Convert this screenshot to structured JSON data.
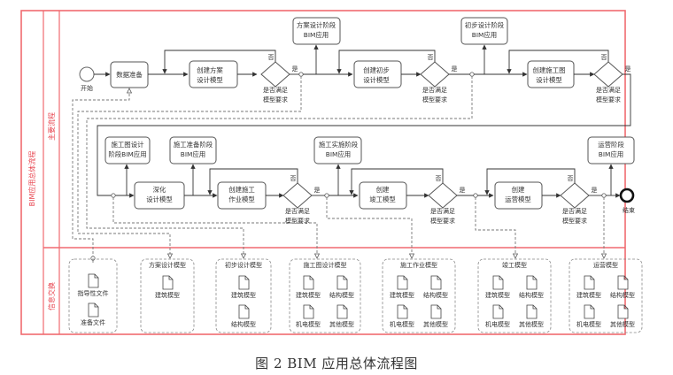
{
  "diagram": {
    "pool_label": "BIM应用总体流程",
    "lanes": [
      {
        "id": "main",
        "label": "主要流程"
      },
      {
        "id": "info",
        "label": "信息交换"
      }
    ],
    "colors": {
      "pool_border": "#f06a70",
      "lane_label": "#e8454f",
      "node_border": "#555555",
      "arrow": "#333333",
      "dashed": "#777777"
    },
    "start_event": {
      "label": "开始"
    },
    "end_event": {
      "label": "结束"
    },
    "row1": {
      "data_prep": "数据准备",
      "tasks": [
        {
          "label_line1": "创建方案",
          "label_line2": "设计模型",
          "app_line1": "方案设计阶段",
          "app_line2": "BIM应用"
        },
        {
          "label_line1": "创建初步",
          "label_line2": "设计模型",
          "app_line1": "初步设计阶段",
          "app_line2": "BIM应用"
        },
        {
          "label_line1": "创建施工图",
          "label_line2": "设计模型"
        }
      ]
    },
    "row2": {
      "detail_task": {
        "label_line1": "深化",
        "label_line2": "设计模型"
      },
      "apps": [
        {
          "line1": "施工图设计",
          "line2": "阶段BIM应用"
        },
        {
          "line1": "施工准备阶段",
          "line2": "BIM应用"
        },
        {
          "line1": "施工实施阶段",
          "line2": "BIM应用"
        },
        {
          "line1": "运营阶段",
          "line2": "BIM应用"
        }
      ],
      "tasks": [
        {
          "label_line1": "创建施工",
          "label_line2": "作业模型"
        },
        {
          "label_line1": "创建",
          "label_line2": "竣工模型"
        },
        {
          "label_line1": "创建",
          "label_line2": "运营模型"
        }
      ]
    },
    "gateway": {
      "question_line1": "是否满足",
      "question_line2": "模型要求",
      "yes": "是",
      "no": "否"
    },
    "info_groups": [
      {
        "title": "",
        "docs": [
          "指导性文件",
          "准备文件"
        ]
      },
      {
        "title": "方案设计模型",
        "docs": [
          "建筑模型"
        ]
      },
      {
        "title": "初步设计模型",
        "docs": [
          "建筑模型",
          "结构模型"
        ]
      },
      {
        "title": "施工图设计模型",
        "docs": [
          "建筑模型",
          "结构模型",
          "机电模型",
          "其他模型"
        ]
      },
      {
        "title": "施工作业模型",
        "docs": [
          "建筑模型",
          "结构模型",
          "机电模型",
          "其他模型"
        ]
      },
      {
        "title": "竣工模型",
        "docs": [
          "建筑模型",
          "结构模型",
          "机电模型",
          "其他模型"
        ]
      },
      {
        "title": "运营模型",
        "docs": [
          "建筑模型",
          "结构模型",
          "机电模型",
          "其他模型"
        ]
      }
    ],
    "caption": "图 2 BIM 应用总体流程图"
  }
}
